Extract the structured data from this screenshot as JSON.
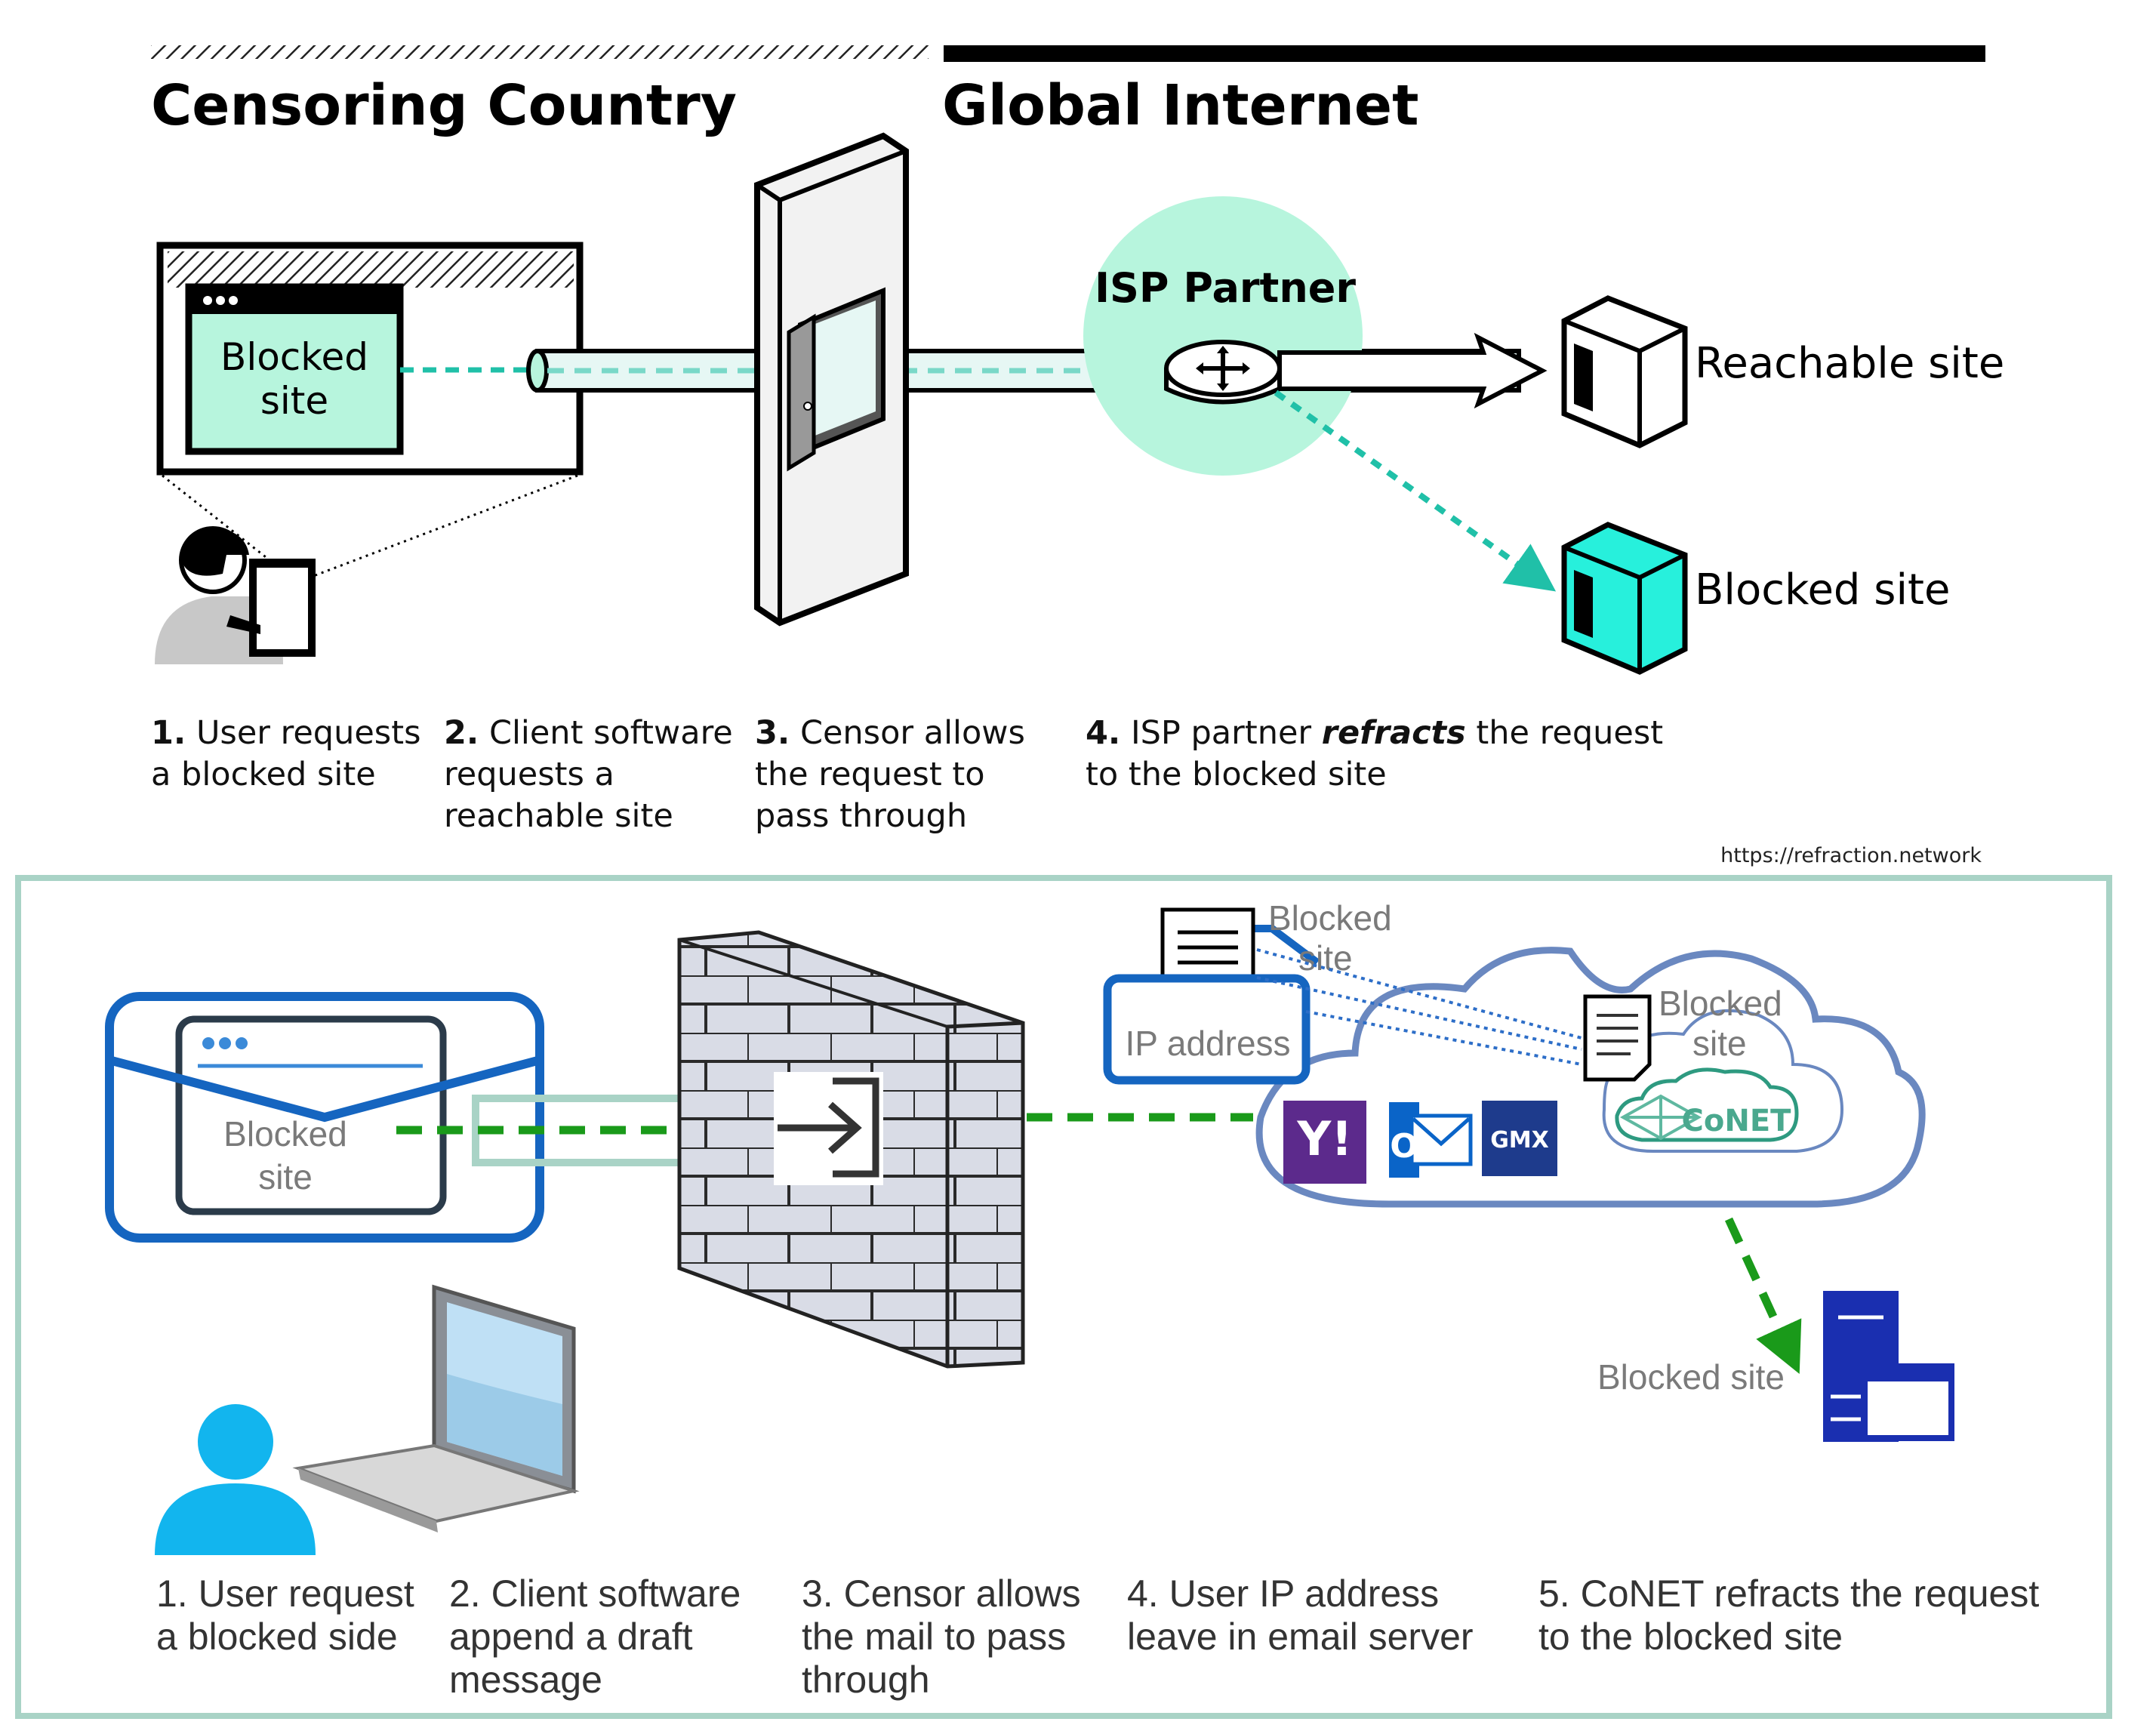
{
  "top_panel": {
    "left_heading": "Censoring Country",
    "right_heading": "Global Internet",
    "window_label_line1": "Blocked",
    "window_label_line2": "site",
    "isp_label": "ISP Partner",
    "reachable_label": "Reachable site",
    "blocked_label": "Blocked site",
    "steps": [
      {
        "num": "1.",
        "line1": "User requests",
        "line2": "a blocked site",
        "line3": ""
      },
      {
        "num": "2.",
        "line1": "Client software",
        "line2": "requests a",
        "line3": "reachable site"
      },
      {
        "num": "3.",
        "line1": "Censor allows",
        "line2": "the request to",
        "line3": "pass through"
      },
      {
        "num": "4.",
        "line1_pre": "ISP partner",
        "line1_em": "refracts",
        "line1_post": "the request",
        "line2": "to the blocked site"
      }
    ],
    "source_url": "https://refraction.network"
  },
  "bottom_panel": {
    "envelope_label_line1": "Blocked",
    "envelope_label_line2": "site",
    "ip_address_label": "IP address",
    "doc1_label_line1": "Blocked",
    "doc1_label_line2": "site",
    "doc2_label_line1": "Blocked",
    "doc2_label_line2": "site",
    "conet_label": "CoNET",
    "blocked_site_label": "Blocked site",
    "provider_icons": [
      "yahoo-mail-icon",
      "outlook-icon",
      "gmx-icon",
      "conet-logo-icon"
    ],
    "steps": [
      {
        "line1": "1. User request",
        "line2": "a blocked side",
        "line3": ""
      },
      {
        "line1": "2. Client software",
        "line2": "append a draft",
        "line3": "message"
      },
      {
        "line1": "3. Censor allows",
        "line2": "the mail to pass",
        "line3": "through"
      },
      {
        "line1": "4. User IP address",
        "line2": "leave in email server",
        "line3": ""
      },
      {
        "line1": "5.  CoNET refracts the request",
        "line2": "to the blocked site",
        "line3": ""
      }
    ]
  },
  "colors": {
    "mint": "#b7f5dd",
    "teal": "#20c0a8",
    "cyan_server": "#27f0dc",
    "panel_border": "#a9d3c6",
    "blue": "#1565c0",
    "cloud_blue": "#6a88c0",
    "green_dash": "#1a9a1a",
    "person_blue": "#12b5ee",
    "server_navy": "#1a2fb0",
    "yahoo": "#5c2a8c",
    "outlook": "#0a64c8",
    "gmx": "#1e3b8c"
  }
}
